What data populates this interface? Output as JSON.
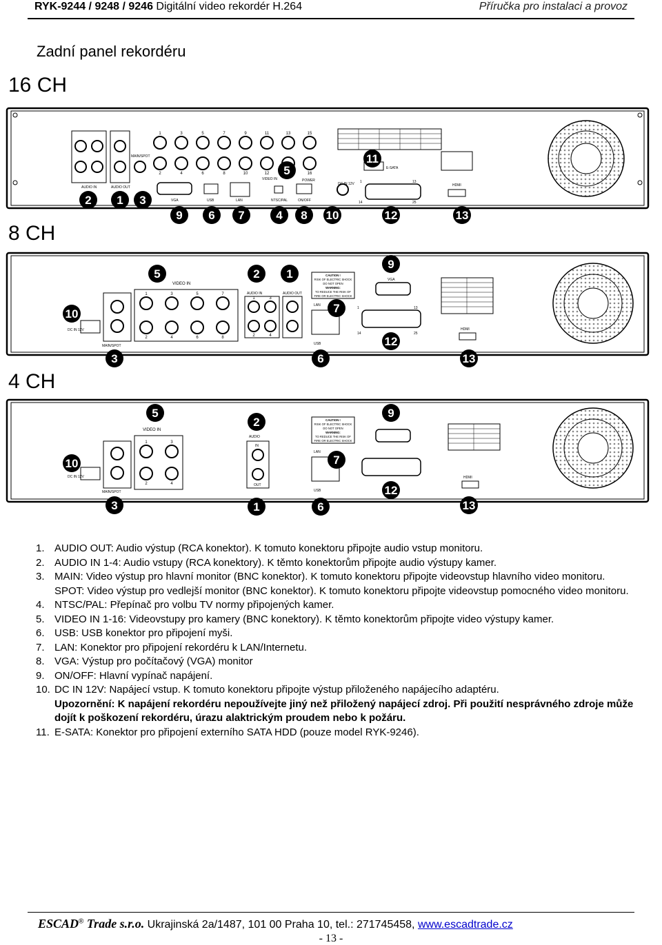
{
  "header": {
    "left_bold": "RYK-9244 / 9248 / 9246",
    "left_rest": "Digitální video rekordér H.264",
    "right": "Příručka pro instalaci a provoz"
  },
  "page_title": "Zadní panel rekordéru",
  "figure": {
    "panels": [
      {
        "label": "16 CH",
        "connectors": [
          "AUDIO IN",
          "AUDIO OUT",
          "MAIN/SPOT",
          "VGA",
          "USB",
          "LAN",
          "VIDEO IN",
          "NTSC/PAL",
          "ON/OFF",
          "POWER",
          "DC IN 12V",
          "E-SATA",
          "HDMI"
        ],
        "video_in_numbers": [
          "1",
          "3",
          "5",
          "7",
          "9",
          "11",
          "13",
          "15",
          "2",
          "4",
          "6",
          "8",
          "10",
          "12",
          "14",
          "16"
        ],
        "callouts_top": [
          "11",
          "5"
        ],
        "callouts_bottom": [
          "2",
          "1",
          "3",
          "9",
          "6",
          "7",
          "4",
          "8",
          "10",
          "12",
          "13"
        ],
        "port_pins": [
          "1",
          "13",
          "14",
          "25"
        ]
      },
      {
        "label": "8 CH",
        "connectors": [
          "VIDEO IN",
          "AUDIO IN",
          "AUDIO OUT",
          "LAN",
          "VGA",
          "USB",
          "DC IN 12V",
          "MAIN/SPOT",
          "HDMI"
        ],
        "video_in_numbers": [
          "1",
          "3",
          "5",
          "7",
          "2",
          "4",
          "6",
          "8"
        ],
        "audio_in_numbers": [
          "1",
          "3",
          "2",
          "4"
        ],
        "callouts": [
          "5",
          "2",
          "1",
          "9",
          "10",
          "7",
          "12",
          "3",
          "6",
          "13"
        ],
        "port_pins": [
          "1",
          "13",
          "14",
          "25"
        ]
      },
      {
        "label": "4 CH",
        "connectors": [
          "VIDEO IN",
          "AUDIO",
          "IN",
          "OUT",
          "LAN",
          "USB",
          "DC IN 12V",
          "MAIN/SPOT",
          "HDMI"
        ],
        "video_in_numbers": [
          "1",
          "3",
          "2",
          "4"
        ],
        "callouts": [
          "5",
          "2",
          "9",
          "10",
          "7",
          "12",
          "3",
          "1",
          "6",
          "13"
        ]
      }
    ],
    "caution_lines": [
      "CAUTION !",
      "RISK OF ELECTRIC SHOCK",
      "DO NOT OPEN",
      "WARNING:",
      "TO REDUCE THE RISK OF",
      "FIRE OR ELECTRIC SHOCK"
    ]
  },
  "items": [
    {
      "num": "1.",
      "text": "AUDIO OUT: Audio výstup (RCA konektor). K tomuto konektoru připojte audio vstup monitoru."
    },
    {
      "num": "2.",
      "text": "AUDIO IN 1-4: Audio vstupy (RCA konektory). K těmto konektorům připojte audio výstupy kamer."
    },
    {
      "num": "3.",
      "text": "MAIN: Video výstup pro hlavní monitor (BNC konektor). K tomuto konektoru připojte videovstup hlavního video monitoru.",
      "extra": "SPOT: Video výstup pro vedlejší monitor (BNC konektor). K tomuto konektoru připojte videovstup pomocného video monitoru."
    },
    {
      "num": "4.",
      "text": "NTSC/PAL: Přepínač pro volbu TV normy připojených kamer."
    },
    {
      "num": "5.",
      "text": "VIDEO IN 1-16: Videovstupy pro kamery (BNC konektory). K těmto konektorům připojte video výstupy kamer."
    },
    {
      "num": "6.",
      "text": "USB: USB konektor pro připojení myši."
    },
    {
      "num": "7.",
      "text": "LAN: Konektor pro připojení rekordéru k LAN/Internetu."
    },
    {
      "num": "8.",
      "text": "VGA:  Výstup pro počítačový (VGA) monitor"
    },
    {
      "num": "9.",
      "text": "ON/OFF: Hlavní vypínač napájení."
    },
    {
      "num": "10.",
      "text": "DC IN 12V: Napájecí vstup. K tomuto konektoru připojte výstup přiloženého napájecího adaptéru.",
      "warning": "Upozornění: K napájení rekordéru nepoužívejte jiný než přiložený napájecí zdroj. Při použití nesprávného zdroje může dojít k poškození rekordéru, úrazu alaktrickým proudem nebo k požáru."
    },
    {
      "num": "11.",
      "text": "E-SATA: Konektor pro připojení externího SATA HDD (pouze model RYK-9246)."
    }
  ],
  "footer": {
    "brand": "ESCAD",
    "reg": "®",
    "company": "Trade s.r.o.",
    "address": "Ukrajinská 2a/1487, 101 00 Praha 10, tel.: 271745458,",
    "link": "www.escadtrade.cz"
  },
  "page_number": "- 13 -"
}
